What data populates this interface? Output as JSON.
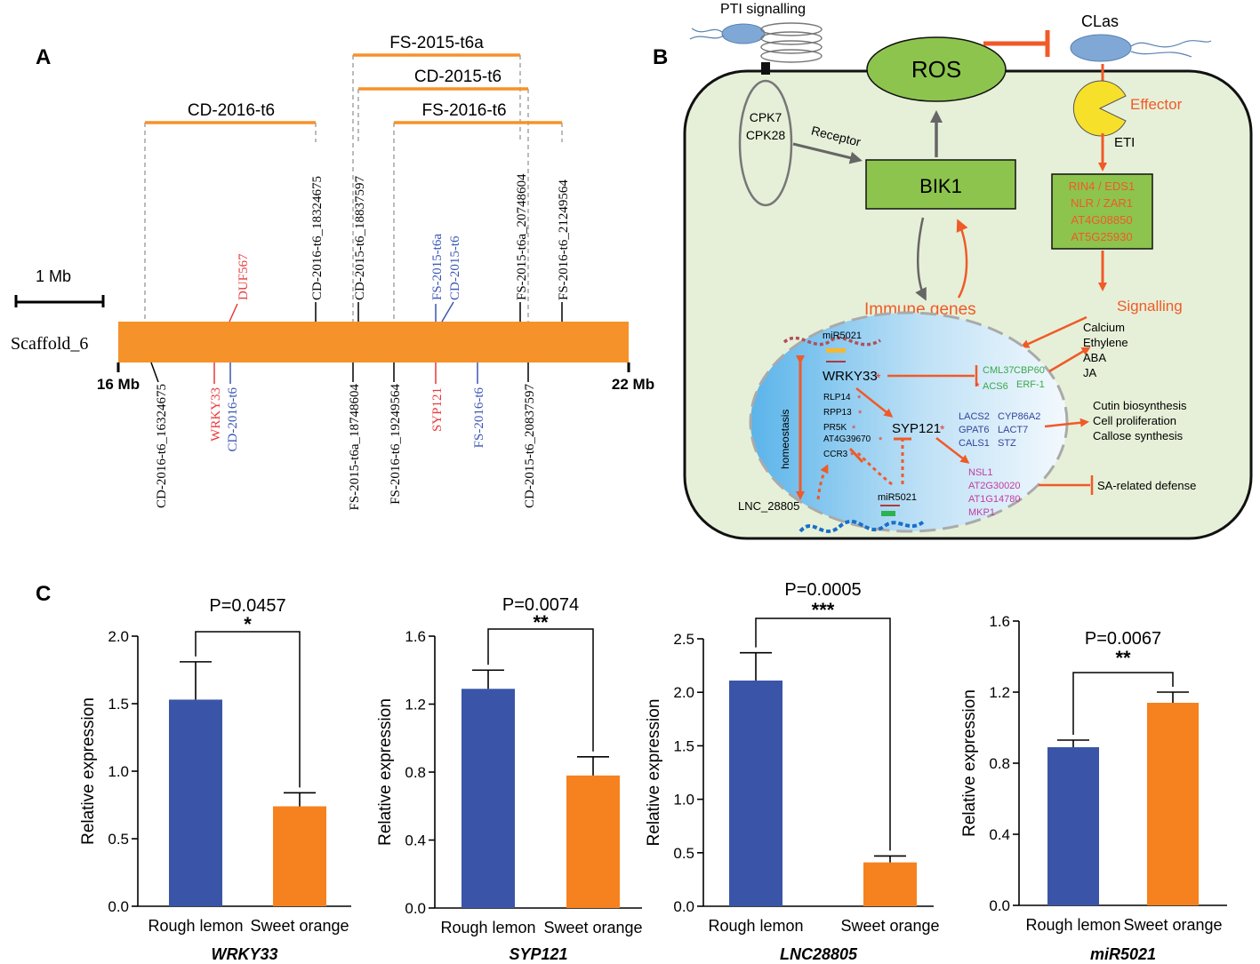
{
  "panelA": {
    "label": "A",
    "scale_label": "1 Mb",
    "scaffold_label": "Scaffold_6",
    "start_label": "16 Mb",
    "end_label": "22 Mb",
    "qtl_brackets": [
      "FS-2015-t6a",
      "CD-2015-t6",
      "FS-2016-t6",
      "CD-2016-t6"
    ],
    "top_markers": [
      "CD-2016-t6_18324675",
      "CD-2015-t6_18837597",
      "FS-2015-t6a_20748604",
      "FS-2016-t6_21249564"
    ],
    "bottom_markers": [
      "CD-2016-t6_16324675",
      "FS-2015-t6a_18748604",
      "FS-2016-t6_19249564",
      "CD-2015-t6_20837597"
    ],
    "genes_top": [
      {
        "name": "DUF567",
        "color": "#e8393a"
      },
      {
        "name": "FS-2015-t6a",
        "color": "#3a55b4"
      },
      {
        "name": "CD-2015-t6",
        "color": "#3a55b4"
      }
    ],
    "genes_bottom": [
      {
        "name": "WRKY33",
        "color": "#e8393a"
      },
      {
        "name": "CD-2016-t6",
        "color": "#3a55b4"
      },
      {
        "name": "SYP121",
        "color": "#e8393a"
      },
      {
        "name": "FS-2016-t6",
        "color": "#3a55b4"
      }
    ],
    "bar_color": "#f5922a"
  },
  "panelB": {
    "label": "B",
    "pti": "PTI signalling",
    "clas": "CLas",
    "ros": "ROS",
    "cpk7": "CPK7",
    "cpk28": "CPK28",
    "receptor": "Receptor",
    "bik1": "BIK1",
    "effector": "Effector",
    "eti": "ETI",
    "eti_genes": [
      "RIN4 / EDS1",
      "NLR / ZAR1",
      "AT4G08850",
      "AT5G25930"
    ],
    "signalling": "Signalling",
    "signal_list": [
      "Calcium",
      "Ethylene",
      "ABA",
      "JA"
    ],
    "immune_genes": "Immune genes",
    "mir_top": "miR5021",
    "mir_bottom": "miR5021",
    "wrky33": "WRKY33",
    "syp121": "SYP121",
    "homeostasis": "homeostasis",
    "lnc": "LNC_28805",
    "left_genes": [
      "RLP14",
      "RPP13",
      "PR5K",
      "AT4G39670",
      "CCR3"
    ],
    "green_genes": [
      "CML37",
      "CBP60",
      "ACS6",
      "ERF-1"
    ],
    "blue_genes": [
      "LACS2",
      "CYP86A2",
      "GPAT6",
      "LACT7",
      "CALS1",
      "STZ"
    ],
    "magenta_genes": [
      "NSL1",
      "AT2G30020",
      "AT1G14780",
      "MKP1"
    ],
    "outputs": [
      "Cutin biosynthesis",
      "Cell proliferation",
      "Callose synthesis"
    ],
    "sa_defense": "SA-related defense",
    "asterisk": "*",
    "colors": {
      "cell": "#e6f0d8",
      "box": "#8dc44e",
      "arrow": "#f05a28",
      "gray_arrow": "#666666",
      "green_text": "#3aa84a",
      "blue_text": "#33449c",
      "magenta_text": "#c43ba0",
      "nucleus": "#5ab4ea"
    }
  },
  "panelC": {
    "label": "C",
    "ylabel": "Relative expression",
    "colors": {
      "rough": "#3a55a8",
      "sweet": "#f5821f"
    }
  },
  "chart_data": [
    {
      "type": "bar",
      "title": "WRKY33",
      "categories": [
        "Rough lemon",
        "Sweet orange"
      ],
      "values": [
        1.53,
        0.74
      ],
      "errors": [
        0.28,
        0.1
      ],
      "ylabel": "Relative expression",
      "ylim": [
        0,
        2.0
      ],
      "yticks": [
        "0.0",
        "0.5",
        "1.0",
        "1.5",
        "2.0"
      ],
      "pvalue": "P=0.0457",
      "significance": "*"
    },
    {
      "type": "bar",
      "title": "SYP121",
      "categories": [
        "Rough lemon",
        "Sweet orange"
      ],
      "values": [
        1.29,
        0.78
      ],
      "errors": [
        0.11,
        0.11
      ],
      "ylabel": "Relative expression",
      "ylim": [
        0,
        1.6
      ],
      "yticks": [
        "0.0",
        "0.4",
        "0.8",
        "1.2",
        "1.6"
      ],
      "pvalue": "P=0.0074",
      "significance": "**"
    },
    {
      "type": "bar",
      "title": "LNC28805",
      "categories": [
        "Rough lemon",
        "Sweet orange"
      ],
      "values": [
        2.11,
        0.41
      ],
      "errors": [
        0.26,
        0.06
      ],
      "ylabel": "Relative expression",
      "ylim": [
        0,
        2.5
      ],
      "yticks": [
        "0.0",
        "0.5",
        "1.0",
        "1.5",
        "2.0",
        "2.5"
      ],
      "pvalue": "P=0.0005",
      "significance": "***"
    },
    {
      "type": "bar",
      "title": "miR5021",
      "categories": [
        "Rough lemon",
        "Sweet orange"
      ],
      "values": [
        0.89,
        1.14
      ],
      "errors": [
        0.04,
        0.06
      ],
      "ylabel": "Relative expression",
      "ylim": [
        0,
        1.6
      ],
      "yticks": [
        "0.0",
        "0.4",
        "0.8",
        "1.2",
        "1.6"
      ],
      "pvalue": "P=0.0067",
      "significance": "**"
    }
  ]
}
